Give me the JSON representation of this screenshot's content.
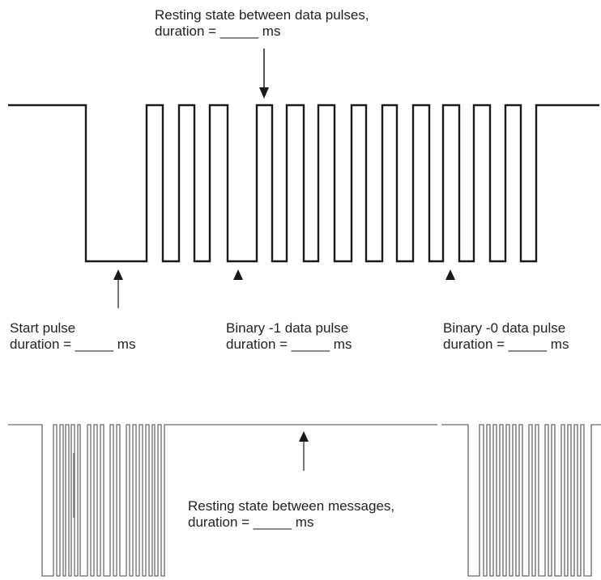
{
  "labels": {
    "resting_pulses": {
      "line1": "Resting state between data pulses,",
      "line2": "duration = _____ ms"
    },
    "start_pulse": {
      "line1": "Start pulse",
      "line2": "duration = _____ ms"
    },
    "binary_one": {
      "line1": "Binary -1 data pulse",
      "line2": "duration = _____ ms"
    },
    "binary_zero": {
      "line1": "Binary -0 data pulse",
      "line2": "duration = _____ ms"
    },
    "resting_messages": {
      "line1": "Resting state between messages,",
      "line2": "duration = _____ ms"
    }
  },
  "colors": {
    "waveform": "#1a1a1a",
    "message_waveform": "#6b6b6b"
  }
}
